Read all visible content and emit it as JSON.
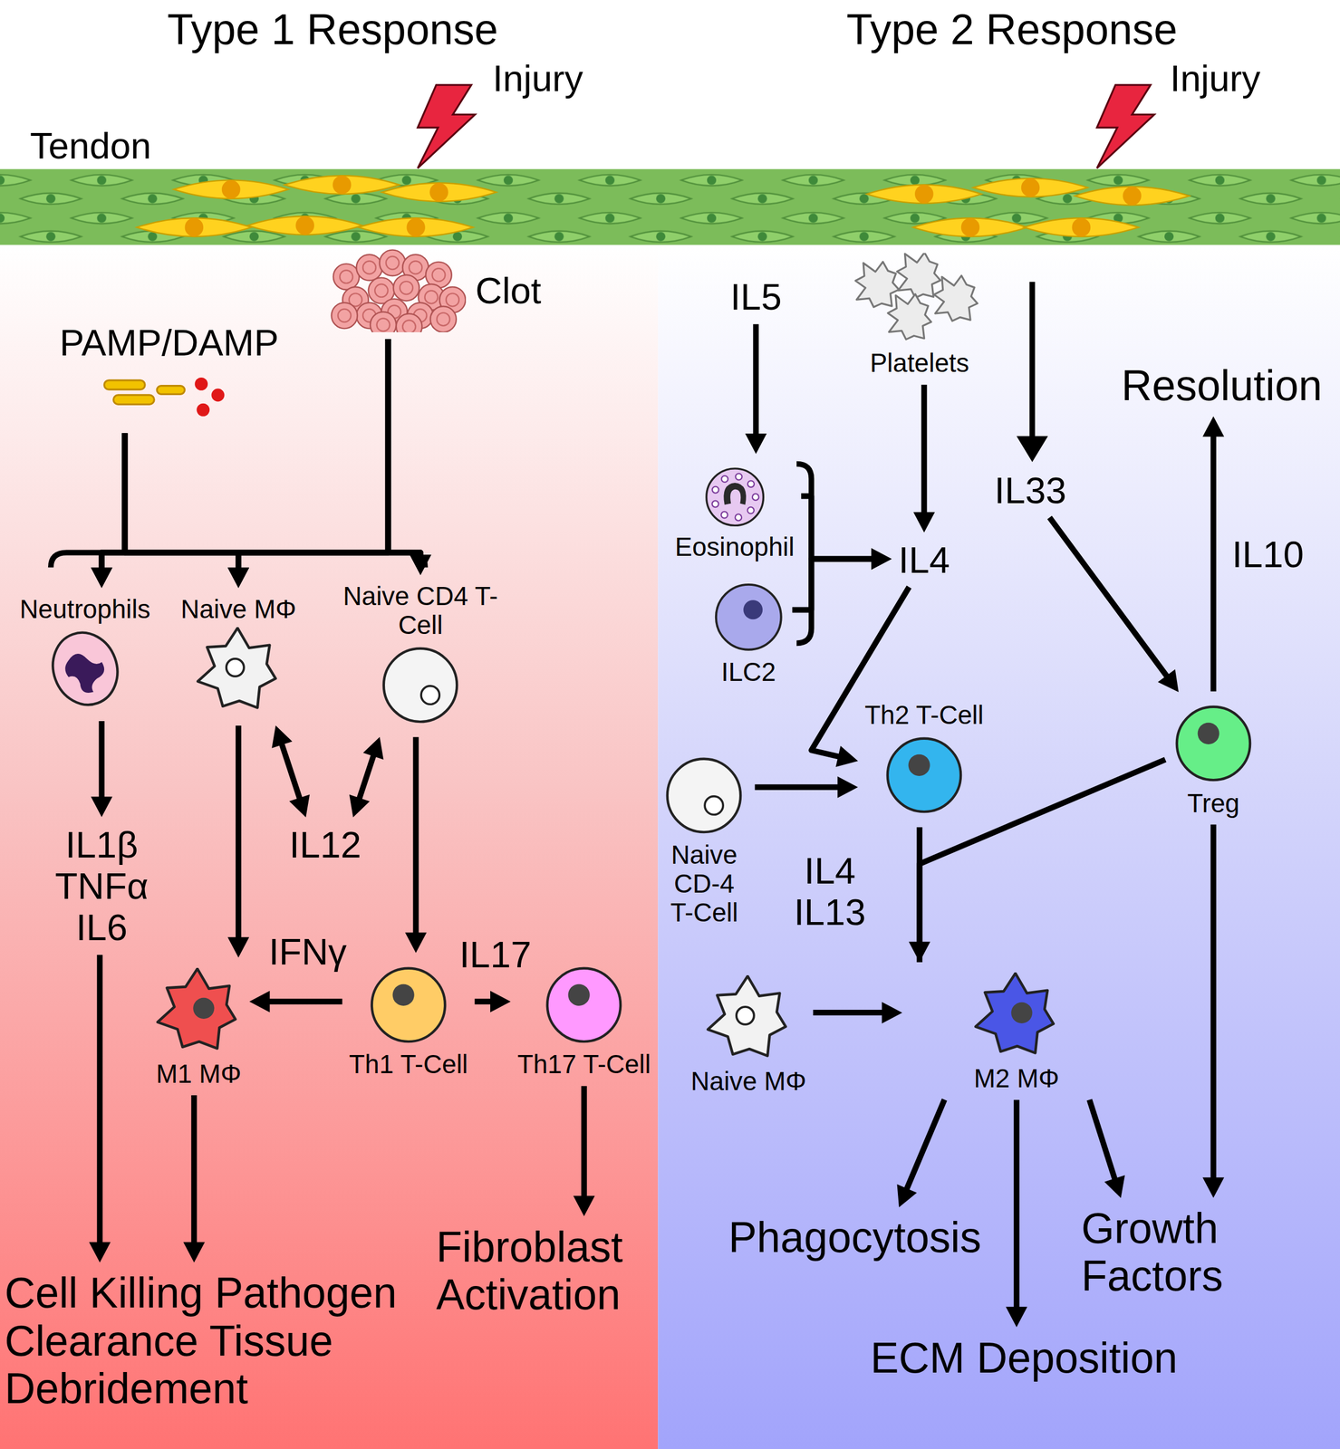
{
  "diagram": {
    "nodes": [
      {
        "text": [
          "PAMP/DAMP"
        ]
      },
      {
        "text": [
          "Clot"
        ]
      },
      {
        "text": [
          "Neutrophils"
        ]
      },
      {
        "text": [
          "Naive MΦ"
        ]
      },
      {
        "text": [
          "Naive CD4 T-Cell"
        ]
      },
      {
        "text": [
          "IL1β TNFα IL6"
        ]
      },
      {
        "text": [
          "IL12"
        ]
      },
      {
        "text": [
          "M1 MΦ"
        ]
      },
      {
        "text": [
          "Th1 T-Cell"
        ]
      },
      {
        "text": [
          "Th17 T-Cell"
        ]
      },
      {
        "text": [
          "Cell Killing Pathogen Clearance Tissue Debridement"
        ]
      },
      {
        "text": [
          "Fibroblast Activation"
        ]
      },
      {
        "text": [
          "IL5"
        ]
      },
      {
        "text": [
          "Platelets"
        ]
      },
      {
        "text": [
          "Eosinophil"
        ]
      },
      {
        "text": [
          "ILC2"
        ]
      },
      {
        "text": [
          "IL4"
        ]
      },
      {
        "text": [
          "IL33"
        ]
      },
      {
        "text": [
          "Resolution"
        ]
      },
      {
        "text": [
          "Naive CD-4 T-Cell"
        ]
      },
      {
        "text": [
          "Th2 T-Cell"
        ]
      },
      {
        "text": [
          "Treg"
        ]
      },
      {
        "text": [
          "Naive MΦ"
        ]
      },
      {
        "text": [
          "M2 MΦ"
        ]
      },
      {
        "text": [
          "Phagocytosis"
        ]
      },
      {
        "text": [
          "Growth Factors"
        ]
      },
      {
        "text": [
          "ECM Deposition"
        ]
      }
    ],
    "edges": [
      {
        "from": 0,
        "to": 2,
        "arrow": "to"
      },
      {
        "from": 0,
        "to": 3,
        "arrow": "to"
      },
      {
        "from": 0,
        "to": 4,
        "arrow": "to"
      },
      {
        "from": 1,
        "to": 2,
        "arrow": "to"
      },
      {
        "from": 1,
        "to": 3,
        "arrow": "to"
      },
      {
        "from": 1,
        "to": 4,
        "arrow": "to"
      },
      {
        "from": 2,
        "to": 5,
        "arrow": "to"
      },
      {
        "from": 3,
        "to": 7,
        "arrow": "to"
      },
      {
        "from": 3,
        "to": 6,
        "arrow": "both"
      },
      {
        "from": 4,
        "to": 6,
        "arrow": "both"
      },
      {
        "from": 4,
        "to": 8,
        "arrow": "to"
      },
      {
        "from": 8,
        "to": 7,
        "label": "IFNγ",
        "arrow": "to"
      },
      {
        "from": 8,
        "to": 9,
        "label": "IL17",
        "arrow": "to"
      },
      {
        "from": 5,
        "to": 10,
        "arrow": "to"
      },
      {
        "from": 7,
        "to": 10,
        "arrow": "to"
      },
      {
        "from": 9,
        "to": 11,
        "arrow": "to"
      },
      {
        "from": 12,
        "to": 14,
        "arrow": "to"
      },
      {
        "from": 13,
        "to": 16,
        "arrow": "to"
      },
      {
        "from": 14,
        "to": 16,
        "arrow": "to"
      },
      {
        "from": 15,
        "to": 16,
        "arrow": "to"
      },
      {
        "from": 16,
        "to": 20,
        "arrow": "to"
      },
      {
        "from": 19,
        "to": 20,
        "arrow": "to"
      },
      {
        "from": 17,
        "to": 21,
        "arrow": "to"
      },
      {
        "from": 21,
        "to": 18,
        "label": "IL10",
        "arrow": "to"
      },
      {
        "from": 20,
        "to": 23,
        "label": "IL4 IL13",
        "arrow": "to"
      },
      {
        "from": 21,
        "to": 23,
        "arrow": "none"
      },
      {
        "from": 22,
        "to": 23,
        "arrow": "to"
      },
      {
        "from": 23,
        "to": 24,
        "arrow": "to"
      },
      {
        "from": 23,
        "to": 26,
        "arrow": "to"
      },
      {
        "from": 23,
        "to": 25,
        "arrow": "to"
      },
      {
        "from": 21,
        "to": 25,
        "arrow": "to"
      }
    ],
    "labels": [
      "Type 1 Response",
      "Type 2 Response",
      "Injury",
      "Injury",
      "Tendon"
    ]
  }
}
